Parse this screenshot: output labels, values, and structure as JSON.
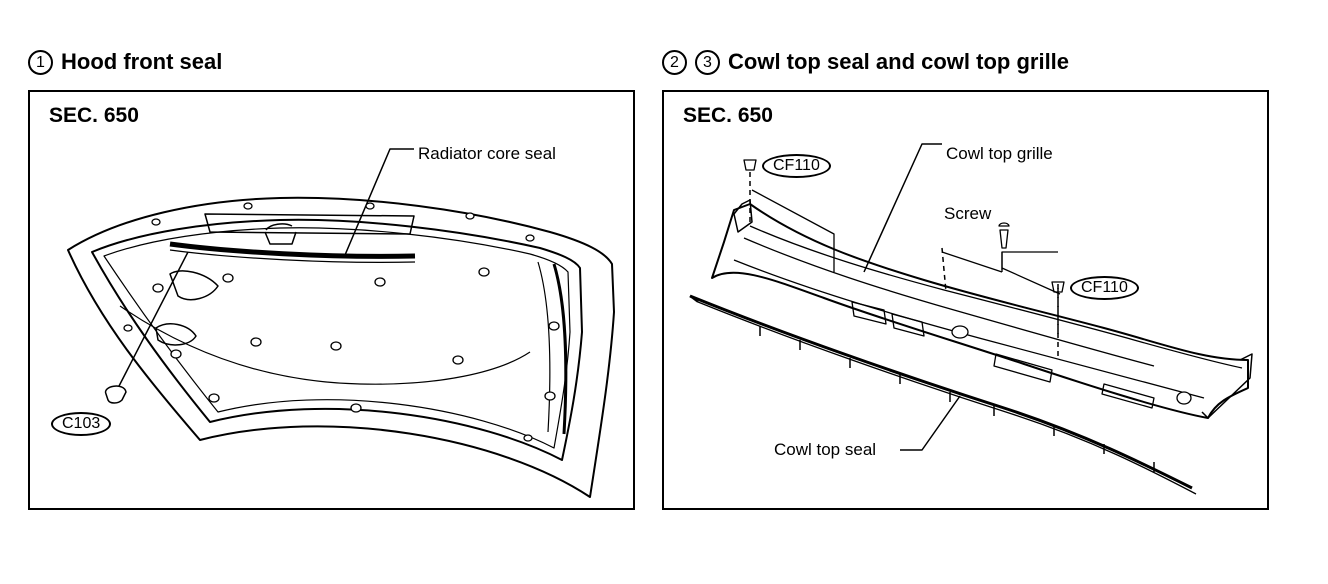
{
  "sections": [
    {
      "numbers": [
        "1"
      ],
      "title": "Hood front seal",
      "sec_label": "SEC. 650",
      "callouts": {
        "radiator_core_seal": "Radiator core seal",
        "clip_code": "C103"
      }
    },
    {
      "numbers": [
        "2",
        "3"
      ],
      "title": "Cowl top seal and cowl top grille",
      "sec_label": "SEC. 650",
      "callouts": {
        "cowl_top_grille": "Cowl top grille",
        "screw": "Screw",
        "clip_code_left": "CF110",
        "clip_code_right": "CF110",
        "cowl_top_seal": "Cowl top seal"
      }
    }
  ]
}
